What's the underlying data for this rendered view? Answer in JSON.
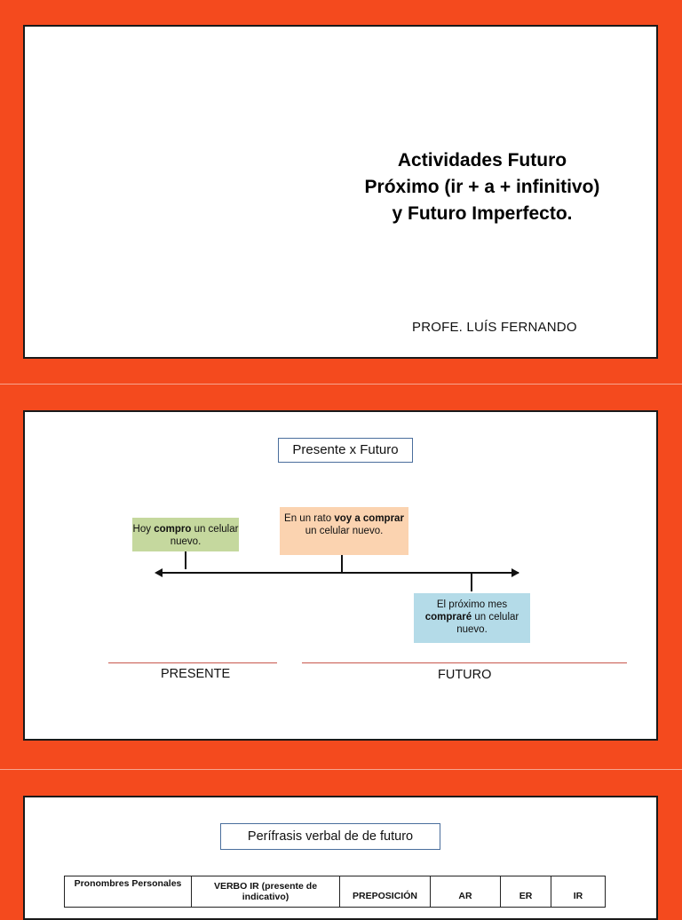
{
  "slide1": {
    "title_line1": "Actividades Futuro",
    "title_line2": "Próximo (ir + a + infinitivo)",
    "title_line3": "y Futuro Imperfecto.",
    "author": "PROFE. LUÍS FERNANDO"
  },
  "slide2": {
    "title": "Presente x Futuro",
    "green_box": {
      "pre": "Hoy ",
      "bold": "compro",
      "post": " un celular nuevo."
    },
    "orange_box": {
      "pre": "En un rato ",
      "bold": "voy a comprar",
      "post": " un celular nuevo."
    },
    "blue_box": {
      "pre": "El próximo mes ",
      "bold": "compraré",
      "post": " un celular nuevo."
    },
    "label_present": "PRESENTE",
    "label_future": "FUTURO"
  },
  "slide3": {
    "title": "Perífrasis verbal de de futuro",
    "table_headers": [
      "Pronombres Personales",
      "VERBO IR (presente de indicativo)",
      "PREPOSICIÓN",
      "AR",
      "ER",
      "IR"
    ]
  },
  "colors": {
    "background": "#f44a1e",
    "green_box": "#c5d89e",
    "orange_box": "#fbd3b0",
    "blue_box": "#b4dbe8",
    "title_border": "#4a6e9c"
  }
}
